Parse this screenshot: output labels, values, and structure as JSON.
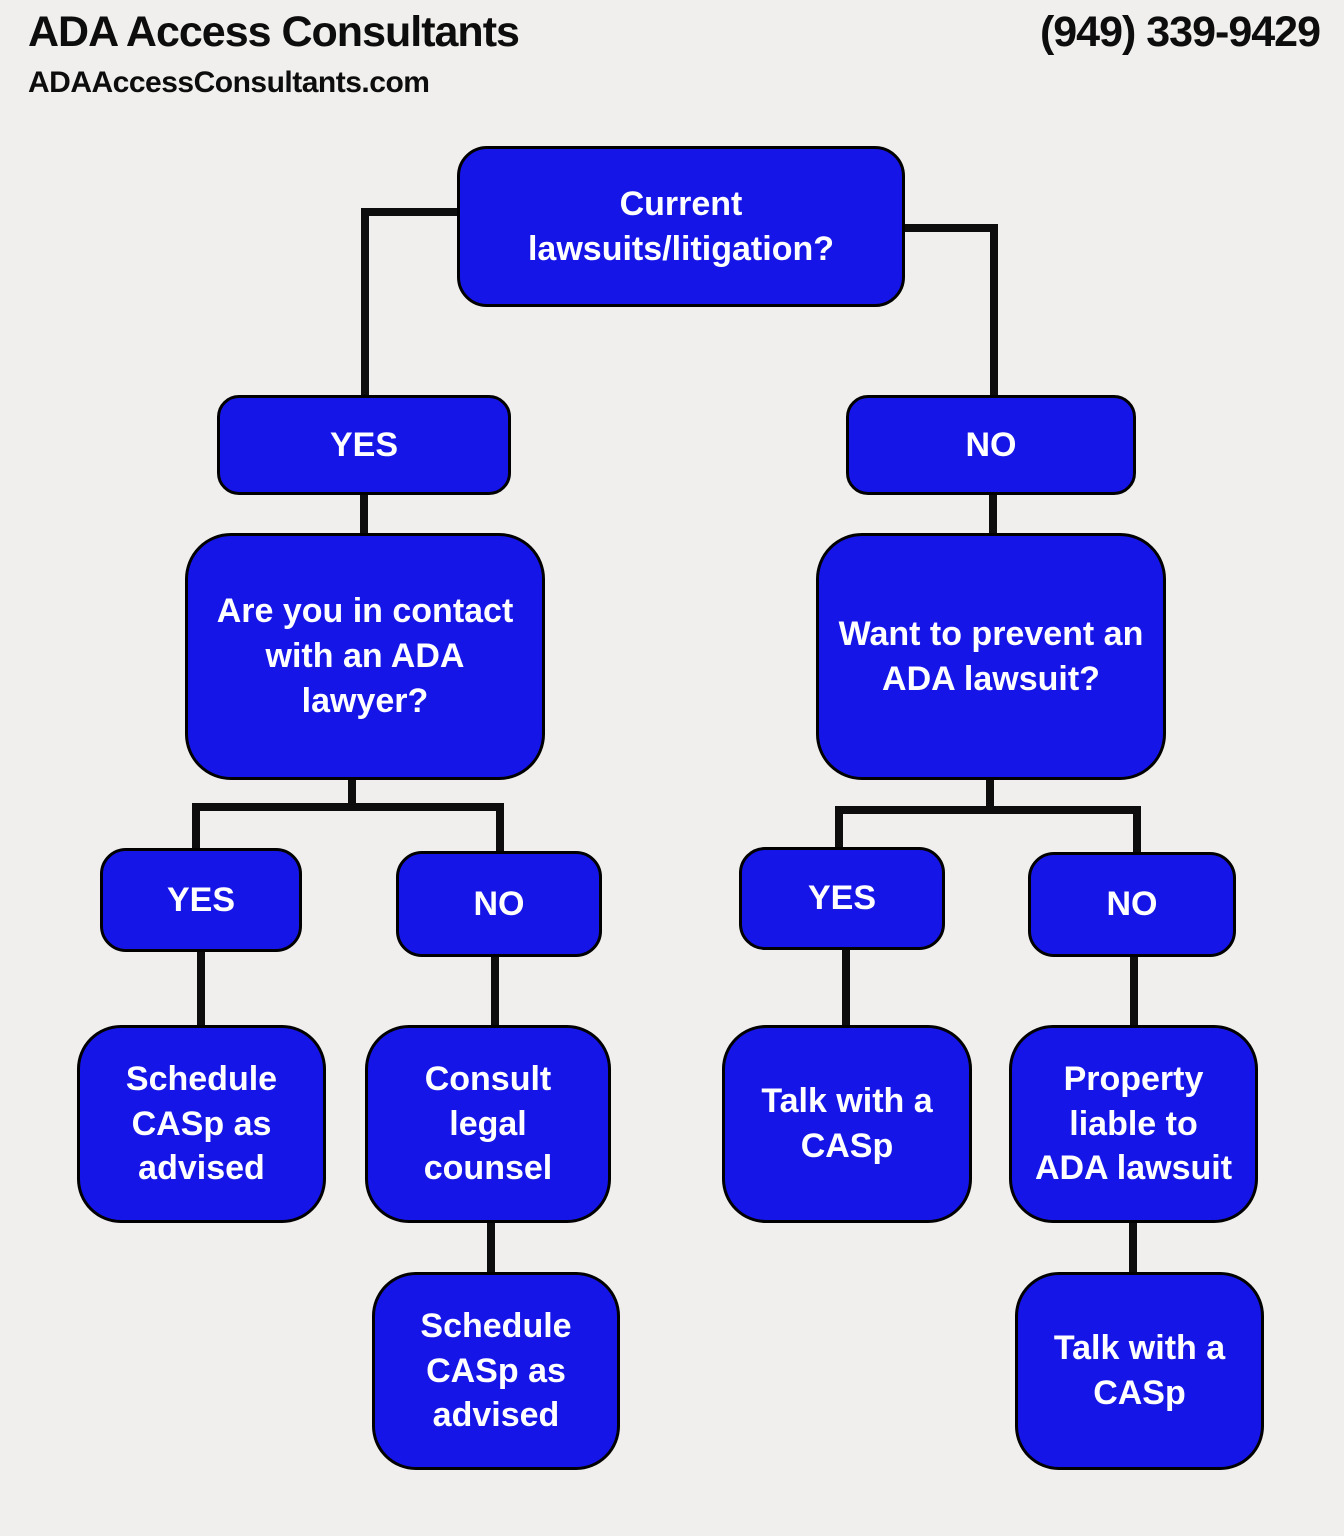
{
  "header": {
    "company_name": "ADA Access Consultants",
    "website": "ADAAccessConsultants.com",
    "phone": "(949) 339-9429"
  },
  "colors": {
    "background": "#f0efed",
    "node_fill": "#1515e8",
    "node_border": "#000000",
    "node_text": "#ffffff",
    "connector": "#0d0d0d",
    "header_text": "#0d0d0d"
  },
  "flowchart": {
    "nodes": {
      "current_lawsuits": "Current\nlawsuits/litigation?",
      "yes_left": "YES",
      "no_right": "NO",
      "contact_ada_lawyer": "Are you in contact\nwith an ADA\nlawyer?",
      "prevent_lawsuit": "Want to prevent an\nADA lawsuit?",
      "yes_contact": "YES",
      "no_contact": "NO",
      "yes_prevent": "YES",
      "no_prevent": "NO",
      "schedule_casp_1": "Schedule\nCASp as\nadvised",
      "consult_legal": "Consult\nlegal\ncounsel",
      "talk_casp_1": "Talk with a\nCASp",
      "property_liable": "Property\nliable to\nADA lawsuit",
      "schedule_casp_2": "Schedule\nCASp as\nadvised",
      "talk_casp_2": "Talk with a\nCASp"
    },
    "edges": [
      {
        "from": "current_lawsuits",
        "to": "yes_left"
      },
      {
        "from": "current_lawsuits",
        "to": "no_right"
      },
      {
        "from": "yes_left",
        "to": "contact_ada_lawyer"
      },
      {
        "from": "no_right",
        "to": "prevent_lawsuit"
      },
      {
        "from": "contact_ada_lawyer",
        "to": "yes_contact"
      },
      {
        "from": "contact_ada_lawyer",
        "to": "no_contact"
      },
      {
        "from": "yes_contact",
        "to": "schedule_casp_1"
      },
      {
        "from": "no_contact",
        "to": "consult_legal"
      },
      {
        "from": "consult_legal",
        "to": "schedule_casp_2"
      },
      {
        "from": "prevent_lawsuit",
        "to": "yes_prevent"
      },
      {
        "from": "prevent_lawsuit",
        "to": "no_prevent"
      },
      {
        "from": "yes_prevent",
        "to": "talk_casp_1"
      },
      {
        "from": "no_prevent",
        "to": "property_liable"
      },
      {
        "from": "property_liable",
        "to": "talk_casp_2"
      }
    ]
  }
}
